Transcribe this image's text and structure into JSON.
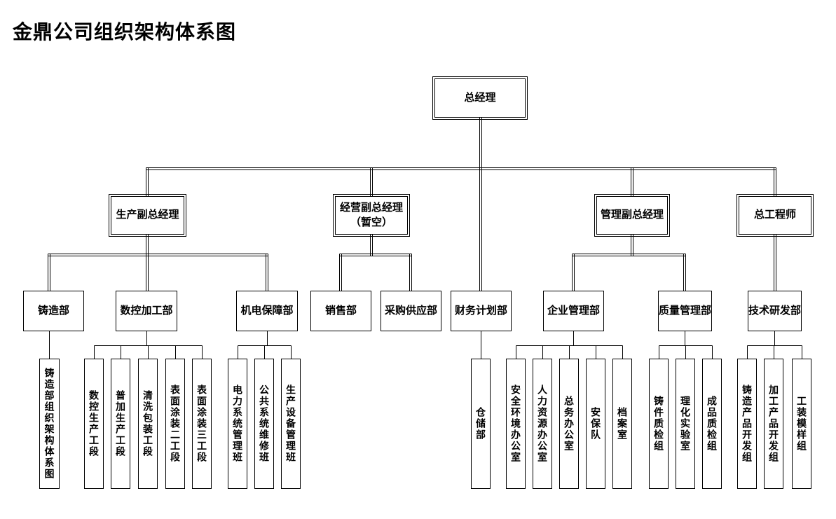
{
  "title": "金鼎公司组织架构体系图",
  "colors": {
    "line": "#000000",
    "text": "#000000",
    "background": "#ffffff"
  },
  "org": {
    "root": {
      "label": "总经理"
    },
    "executives": [
      {
        "label": "生产副总经理",
        "reports_to": "总经理"
      },
      {
        "label": "经营副总经理",
        "note": "（暂空）",
        "reports_to": "总经理"
      },
      {
        "label": "管理副总经理",
        "reports_to": "总经理"
      },
      {
        "label": "总工程师",
        "reports_to": "总经理"
      }
    ],
    "departments": [
      {
        "label": "铸造部",
        "reports_to": "生产副总经理"
      },
      {
        "label": "数控加工部",
        "reports_to": "生产副总经理"
      },
      {
        "label": "机电保障部",
        "reports_to": "生产副总经理"
      },
      {
        "label": "销售部",
        "reports_to": "经营副总经理"
      },
      {
        "label": "采购供应部",
        "reports_to": "经营副总经理"
      },
      {
        "label": "财务计划部",
        "reports_to": "总经理"
      },
      {
        "label": "企业管理部",
        "reports_to": "管理副总经理"
      },
      {
        "label": "质量管理部",
        "reports_to": "管理副总经理"
      },
      {
        "label": "技术研发部",
        "reports_to": "总工程师"
      }
    ],
    "teams": [
      {
        "label": "铸造部组织架构体系图",
        "reports_to": "铸造部"
      },
      {
        "label": "数控生产工段",
        "reports_to": "数控加工部"
      },
      {
        "label": "普加生产工段",
        "reports_to": "数控加工部"
      },
      {
        "label": "清洗包装工段",
        "reports_to": "数控加工部"
      },
      {
        "label": "表面涂装二工段",
        "reports_to": "数控加工部"
      },
      {
        "label": "表面涂装三工段",
        "reports_to": "数控加工部"
      },
      {
        "label": "电力系统管理班",
        "reports_to": "机电保障部"
      },
      {
        "label": "公共系统维修班",
        "reports_to": "机电保障部"
      },
      {
        "label": "生产设备管理班",
        "reports_to": "机电保障部"
      },
      {
        "label": "仓储部",
        "reports_to": "财务计划部"
      },
      {
        "label": "安全环境办公室",
        "reports_to": "企业管理部"
      },
      {
        "label": "人力资源办公室",
        "reports_to": "企业管理部"
      },
      {
        "label": "总务办公室",
        "reports_to": "企业管理部"
      },
      {
        "label": "安保队",
        "reports_to": "企业管理部"
      },
      {
        "label": "档案室",
        "reports_to": "企业管理部"
      },
      {
        "label": "铸件质检组",
        "reports_to": "质量管理部"
      },
      {
        "label": "理化实验室",
        "reports_to": "质量管理部"
      },
      {
        "label": "成品质检组",
        "reports_to": "质量管理部"
      },
      {
        "label": "铸造产品开发组",
        "reports_to": "技术研发部"
      },
      {
        "label": "加工产品开发组",
        "reports_to": "技术研发部"
      },
      {
        "label": "工装模样组",
        "reports_to": "技术研发部"
      }
    ]
  }
}
